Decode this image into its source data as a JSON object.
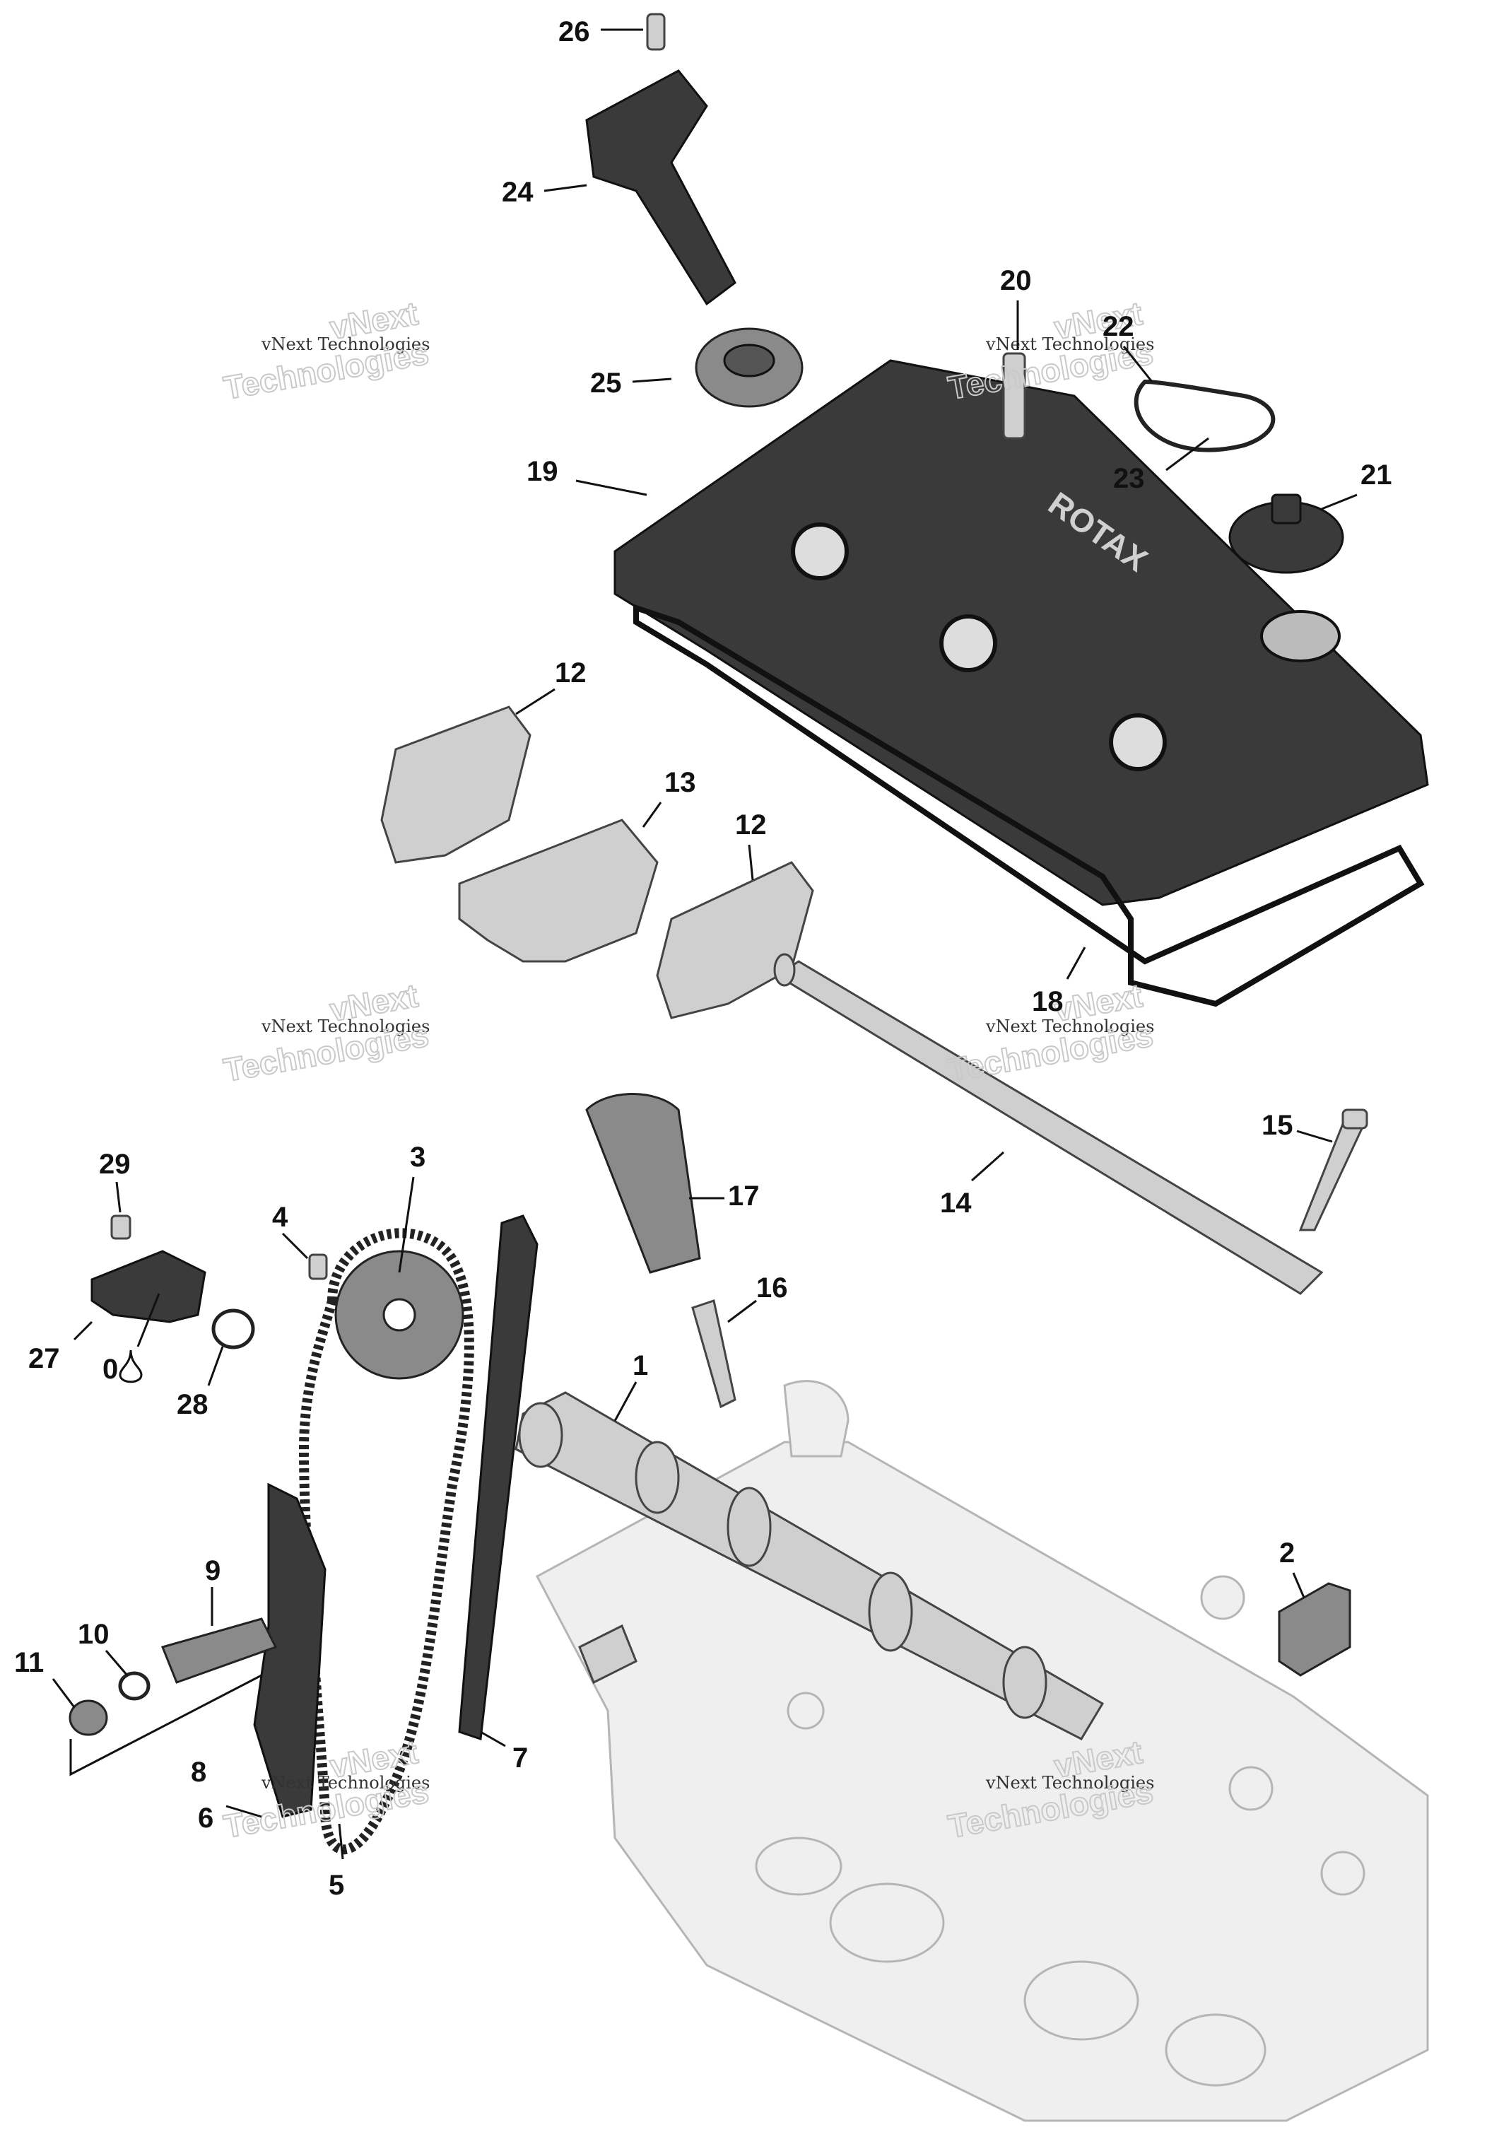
{
  "callouts": [
    "26",
    "24",
    "25",
    "20",
    "22",
    "23",
    "21",
    "19",
    "12",
    "13",
    "12",
    "18",
    "15",
    "14",
    "17",
    "16",
    "29",
    "3",
    "4",
    "27",
    "0",
    "28",
    "1",
    "9",
    "10",
    "11",
    "8",
    "6",
    "7",
    "5",
    "2"
  ],
  "watermark": {
    "line1": "vNext Technologies",
    "line2": "vNext",
    "line3": "Technologies"
  },
  "cover_logo": "ROTAX",
  "colors": {
    "ink": "#111111",
    "ghost": "#efefef",
    "watermark": "#c9c9c9"
  }
}
